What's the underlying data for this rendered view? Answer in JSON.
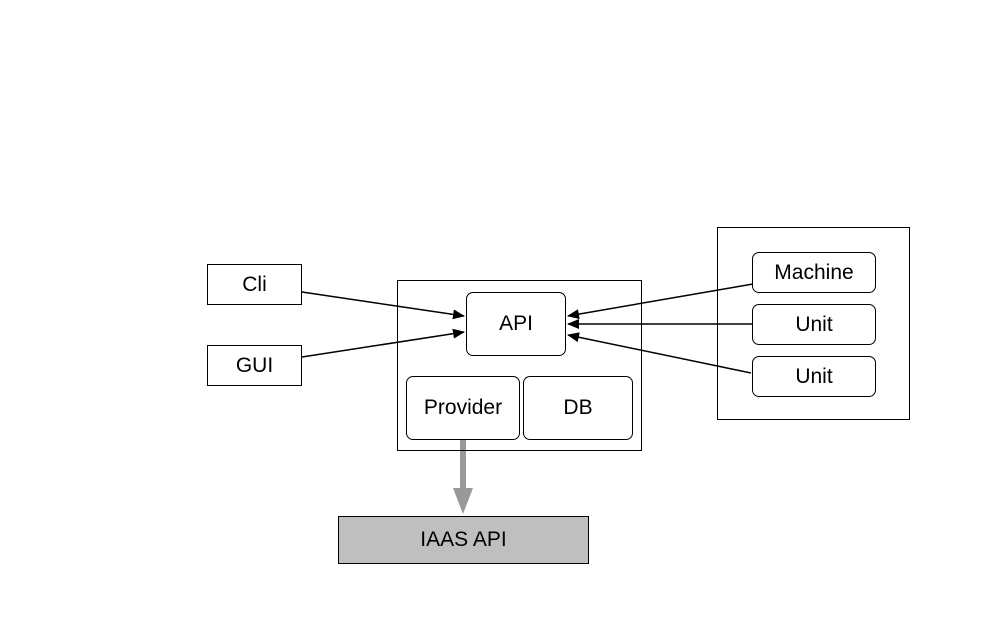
{
  "diagram": {
    "nodes": {
      "cli": "Cli",
      "gui": "GUI",
      "api": "API",
      "provider": "Provider",
      "db": "DB",
      "machine": "Machine",
      "unit_1": "Unit",
      "unit_2": "Unit",
      "iaas_api": "IAAS API"
    },
    "edges": [
      {
        "from": "cli",
        "to": "api"
      },
      {
        "from": "gui",
        "to": "api"
      },
      {
        "from": "machine",
        "to": "api"
      },
      {
        "from": "unit_1",
        "to": "api"
      },
      {
        "from": "unit_2",
        "to": "api"
      },
      {
        "from": "provider",
        "to": "iaas_api"
      }
    ],
    "colors": {
      "stroke": "#000000",
      "iaas_fill": "#bfbfbf",
      "provider_arrow": "#999999"
    }
  }
}
